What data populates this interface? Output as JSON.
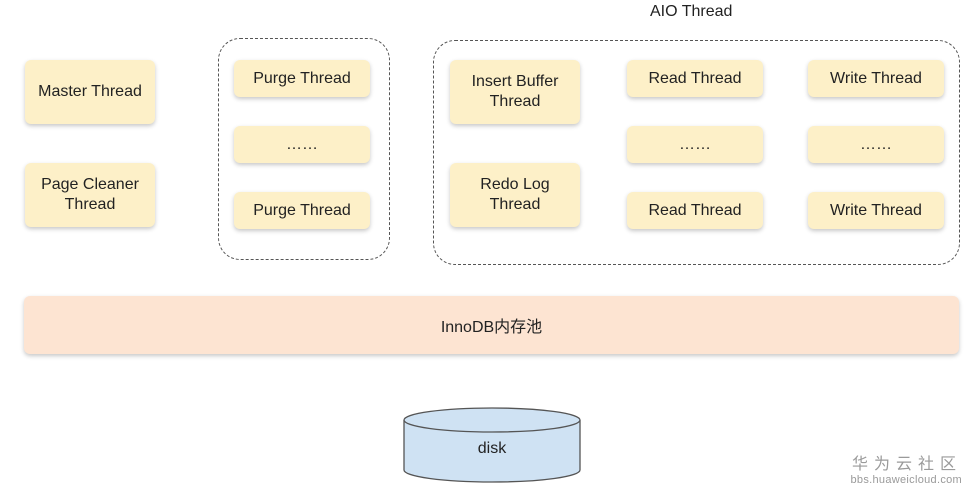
{
  "left_threads": {
    "master": "Master Thread",
    "page_cleaner": "Page Cleaner Thread"
  },
  "purge_group": {
    "items": [
      "Purge Thread",
      "……",
      "Purge Thread"
    ]
  },
  "aio_group": {
    "title": "AIO Thread",
    "insert_buffer": "Insert Buffer Thread",
    "redo_log": "Redo Log Thread",
    "read_column": [
      "Read Thread",
      "……",
      "Read Thread"
    ],
    "write_column": [
      "Write Thread",
      "……",
      "Write Thread"
    ]
  },
  "memory_pool": "InnoDB内存池",
  "storage": "disk",
  "watermark": {
    "main": "华为云社区",
    "sub": "bbs.huaweicloud.com"
  },
  "colors": {
    "thread_box": "#fdf0c8",
    "memory_pool": "#fde4d2",
    "disk": "#cfe2f3"
  }
}
